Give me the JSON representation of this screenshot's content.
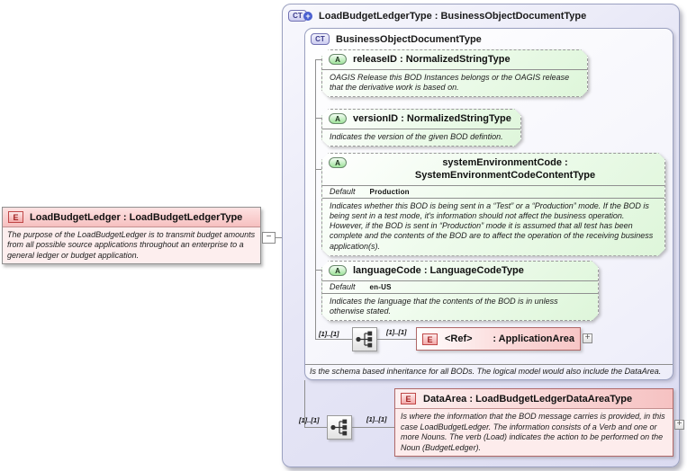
{
  "element": {
    "icon": "E",
    "title": "LoadBudgetLedger : LoadBudgetLedgerType",
    "annotation": "The purpose of the LoadBudgetLedger is to transmit budget amounts from all possible source applications throughout an enterprise to a general ledger or budget application.",
    "collapse_glyph": "−"
  },
  "container": {
    "icon": "CT",
    "plus_glyph": "+",
    "title": "LoadBudgetLedgerType : BusinessObjectDocumentType",
    "base": {
      "icon": "CT",
      "title": "BusinessObjectDocumentType",
      "attributes": [
        {
          "icon": "A",
          "title": "releaseID : NormalizedStringType",
          "annotation": "OAGIS Release this BOD Instances belongs or the OAGIS release that the derivative work is based on."
        },
        {
          "icon": "A",
          "title": "versionID : NormalizedStringType",
          "annotation": "Indicates the version of the given BOD defintion."
        },
        {
          "icon": "A",
          "title": "systemEnvironmentCode : SystemEnvironmentCodeContentType",
          "default_label": "Default",
          "default_value": "Production",
          "annotation": "Indicates whether this BOD is being sent in a “Test” or a “Production” mode. If the BOD is being sent in a test mode, it's information should not affect the business operation. However, if the BOD is sent in “Production” mode it is assumed that all test has been complete and the contents of the BOD are to affect the operation of the receiving business application(s)."
        },
        {
          "icon": "A",
          "title": "languageCode : LanguageCodeType",
          "default_label": "Default",
          "default_value": "en-US",
          "annotation": "Indicates the language that the contents of the BOD is in unless otherwise stated."
        }
      ],
      "sequence": {
        "left_cardinality": "[1]..[1]",
        "right_cardinality": "[1]..[1]"
      },
      "ref": {
        "icon": "E",
        "name": "<Ref>",
        "type": ": ApplicationArea",
        "expand_glyph": "+"
      },
      "note": "Is the schema based inheritance for all BODs. The logical model would also include the DataArea."
    },
    "sequence": {
      "left_cardinality": "[1]..[1]",
      "right_cardinality": "[1]..[1]"
    },
    "data_area": {
      "icon": "E",
      "title": "DataArea : LoadBudgetLedgerDataAreaType",
      "annotation": "Is where the information that the BOD message carries is provided, in this case LoadBudgetLedger. The information consists of a Verb and one or more Nouns. The verb (Load) indicates the action to be performed on the Noun (BudgetLedger).",
      "expand_glyph": "+"
    }
  },
  "colors": {
    "attribute_green": "#def6da",
    "element_pink": "#f6c2c2",
    "container_lavender": "#e6e6f6",
    "extension_blue": "#4a5fd0",
    "connector_gray": "#8f8f8f"
  }
}
